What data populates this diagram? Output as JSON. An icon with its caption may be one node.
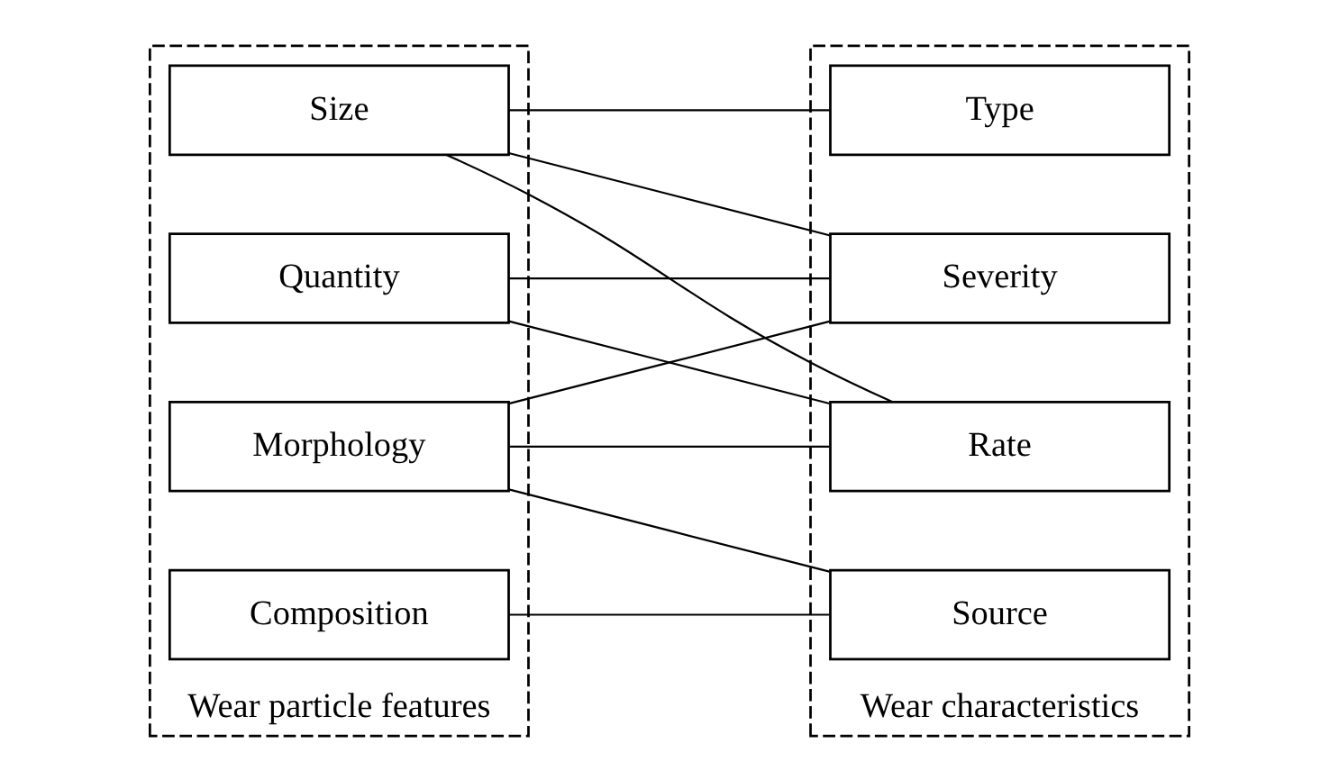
{
  "diagram": {
    "nodes": [
      {
        "text": [
          "Wear particle features"
        ]
      },
      {
        "text": [
          "Quantity"
        ],
        "in": 0
      },
      {
        "text": [
          "Size"
        ],
        "in": 0
      },
      {
        "text": [
          "Composition"
        ],
        "in": 0
      },
      {
        "text": [
          "Morphology"
        ],
        "in": 0
      },
      {
        "text": [
          "Wear characteristics"
        ]
      },
      {
        "text": [
          "Severity"
        ],
        "in": 5
      },
      {
        "text": [
          "Rate"
        ],
        "in": 5
      },
      {
        "text": [
          "Type"
        ],
        "in": 5
      },
      {
        "text": [
          "Source"
        ],
        "in": 5
      }
    ],
    "edges": [
      {
        "from": 1,
        "to": 6,
        "arrow": "none"
      },
      {
        "from": 1,
        "to": 7,
        "arrow": "none"
      },
      {
        "from": 2,
        "to": 6,
        "arrow": "none"
      },
      {
        "from": 2,
        "to": 7,
        "arrow": "none"
      },
      {
        "from": 2,
        "to": 8,
        "arrow": "none"
      },
      {
        "from": 3,
        "to": 9,
        "arrow": "none"
      },
      {
        "from": 4,
        "to": 6,
        "arrow": "none"
      },
      {
        "from": 4,
        "to": 7,
        "arrow": "none"
      },
      {
        "from": 4,
        "to": 9,
        "arrow": "none"
      }
    ]
  }
}
